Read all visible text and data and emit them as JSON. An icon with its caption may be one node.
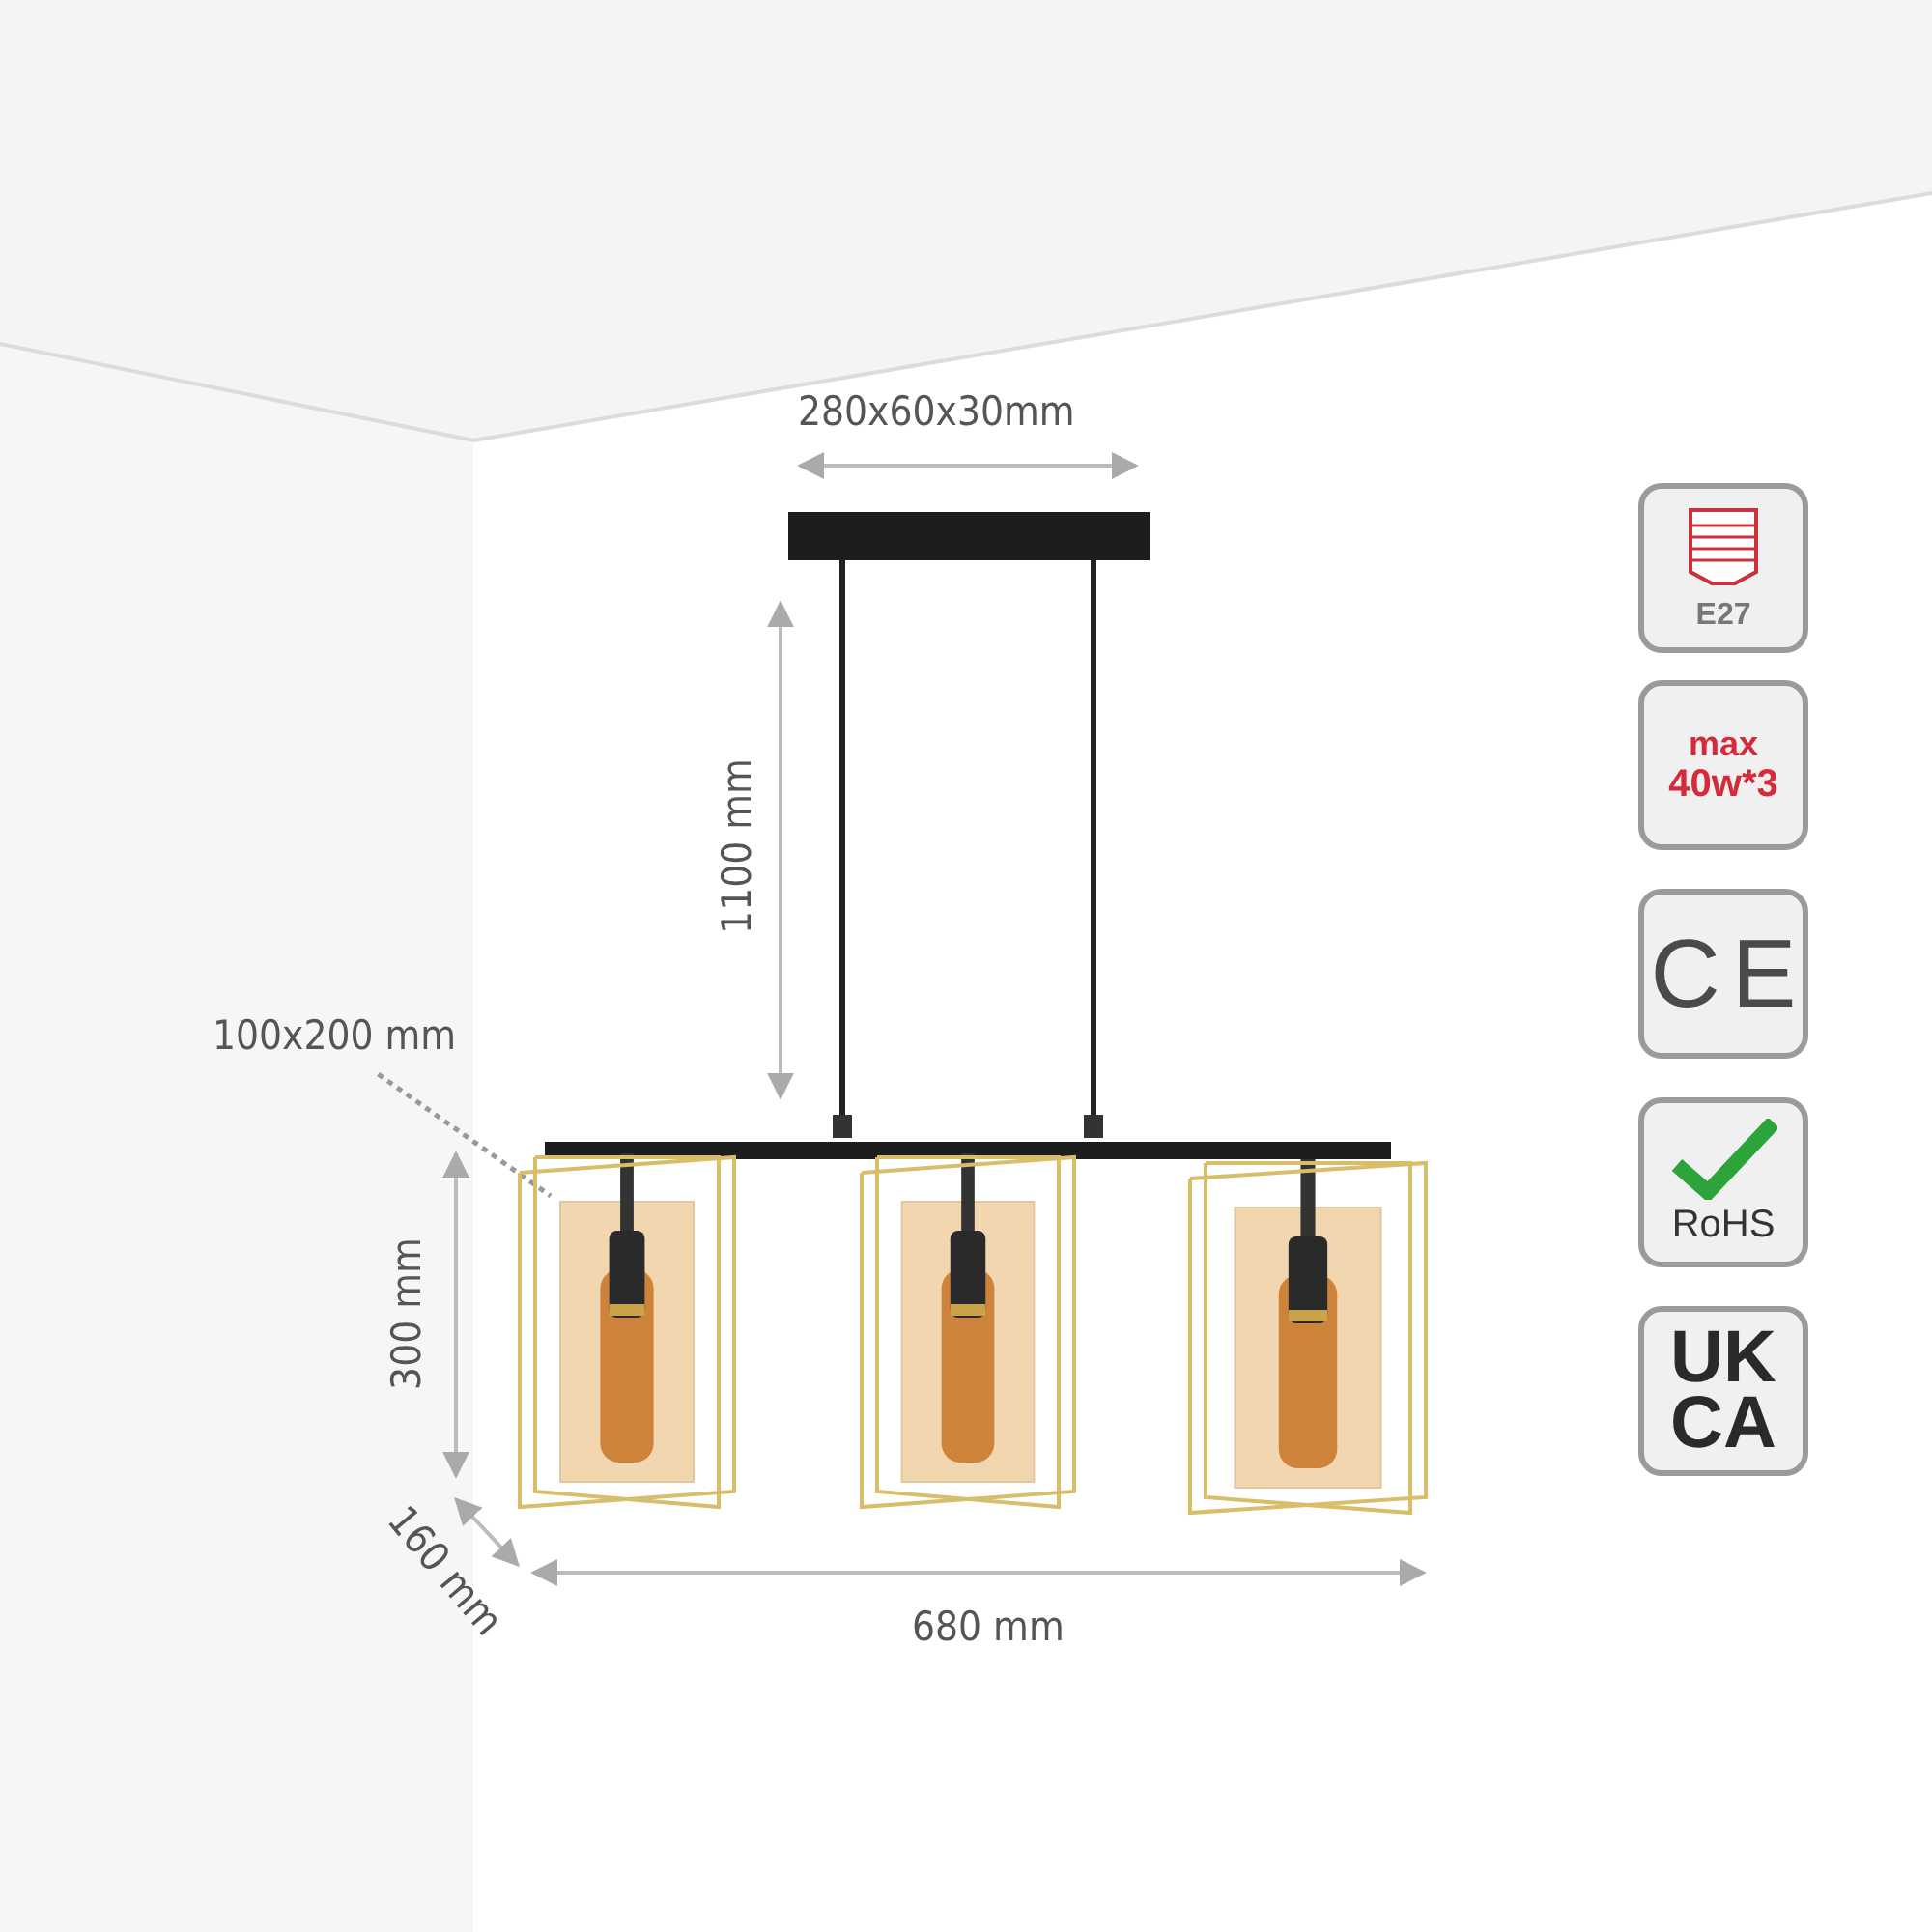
{
  "diagram": {
    "nodes": [
      {
        "text": [
          "100x200 mm"
        ]
      },
      {
        "text": [],
        "shape": "picture"
      },
      {
        "text": [
          "E27"
        ]
      },
      {
        "text": [
          "max",
          "40w*3"
        ]
      },
      {
        "text": [
          "CE"
        ]
      },
      {
        "text": [
          "RoHS"
        ]
      },
      {
        "text": [
          "UK CA"
        ]
      }
    ],
    "edges": [
      {
        "from": 0,
        "to": 1,
        "arrow": "none",
        "style": "dashed"
      }
    ],
    "labels": [
      "280x60x30mm",
      "1100 mm",
      "300 mm",
      "160 mm",
      "680 mm"
    ]
  }
}
